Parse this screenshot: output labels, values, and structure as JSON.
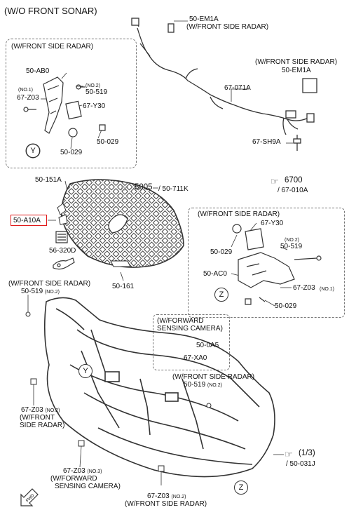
{
  "title": "(W/O FRONT SONAR)",
  "boxes": {
    "radar_left": "(W/FRONT SIDE RADAR)",
    "radar_right": "(W/FRONT SIDE RADAR)",
    "camera_line1": "(W/FORWARD",
    "camera_line2": "SENSING CAMERA)"
  },
  "labels": {
    "em1a_top": "50-EM1A",
    "em1a_top_note": "(W/FRONT SIDE RADAR)",
    "em1a_right_note": "(W/FRONT SIDE RADAR)",
    "em1a_right": "50-EM1A",
    "wire_071a": "67-071A",
    "sh9a": "67-SH9A",
    "ref_6700": "6700",
    "ref_010a": "/ 67-010A",
    "ab0": "50-AB0",
    "no1_left": "(NO.1)",
    "z03_left": "67-Z03",
    "no2_left": "(NO.2)",
    "p519_left": "50-519",
    "y30_left": "67-Y30",
    "p029_left_a": "50-029",
    "p029_left_b": "50-029",
    "callout_y_top": "Y",
    "p151a": "50-151A",
    "ref_5005": "5005",
    "ref_711k": "/ 50-711K",
    "p10a": "50-A10A",
    "p320d": "56-320D",
    "p161": "50-161",
    "y30_right": "67-Y30",
    "p029_right_a": "50-029",
    "no2_right": "(NO.2)",
    "p519_right": "50-519",
    "ac0": "50-AC0",
    "z03_right": "67-Z03",
    "no1_right": "(NO.1)",
    "p029_right_b": "50-029",
    "callout_z_mid": "Z",
    "radar_519_note": "(W/FRONT SIDE RADAR)",
    "p519_bl": "50-519",
    "no2_bl": "(NO.2)",
    "p0a5": "50-0A5",
    "xa0": "67-XA0",
    "callout_y_mid": "Y",
    "radar_519b_note": "(W/FRONT SIDE RADAR)",
    "p519_br": "50-519",
    "no2_br": "(NO.2)",
    "z03_bl": "67-Z03",
    "no2_bl2": "(NO.2)",
    "z03_bl_note1": "(W/FRONT",
    "z03_bl_note2": "SIDE RADAR)",
    "ref_13": "(1/3)",
    "ref_031j": "/ 50-031J",
    "z03_cam": "67-Z03",
    "no3_cam": "(NO.3)",
    "cam_note1": "(W/FORWARD",
    "cam_note2": "SENSING CAMERA)",
    "z03_bottom": "67-Z03",
    "no2_bottom": "(NO.2)",
    "bottom_note": "(W/FRONT SIDE RADAR)",
    "callout_z_bottom": "Z",
    "fwd": "FWD"
  },
  "highlight_color": "#e01a1a",
  "icons": [
    "pointing-hand-icon",
    "fwd-arrow-icon"
  ]
}
